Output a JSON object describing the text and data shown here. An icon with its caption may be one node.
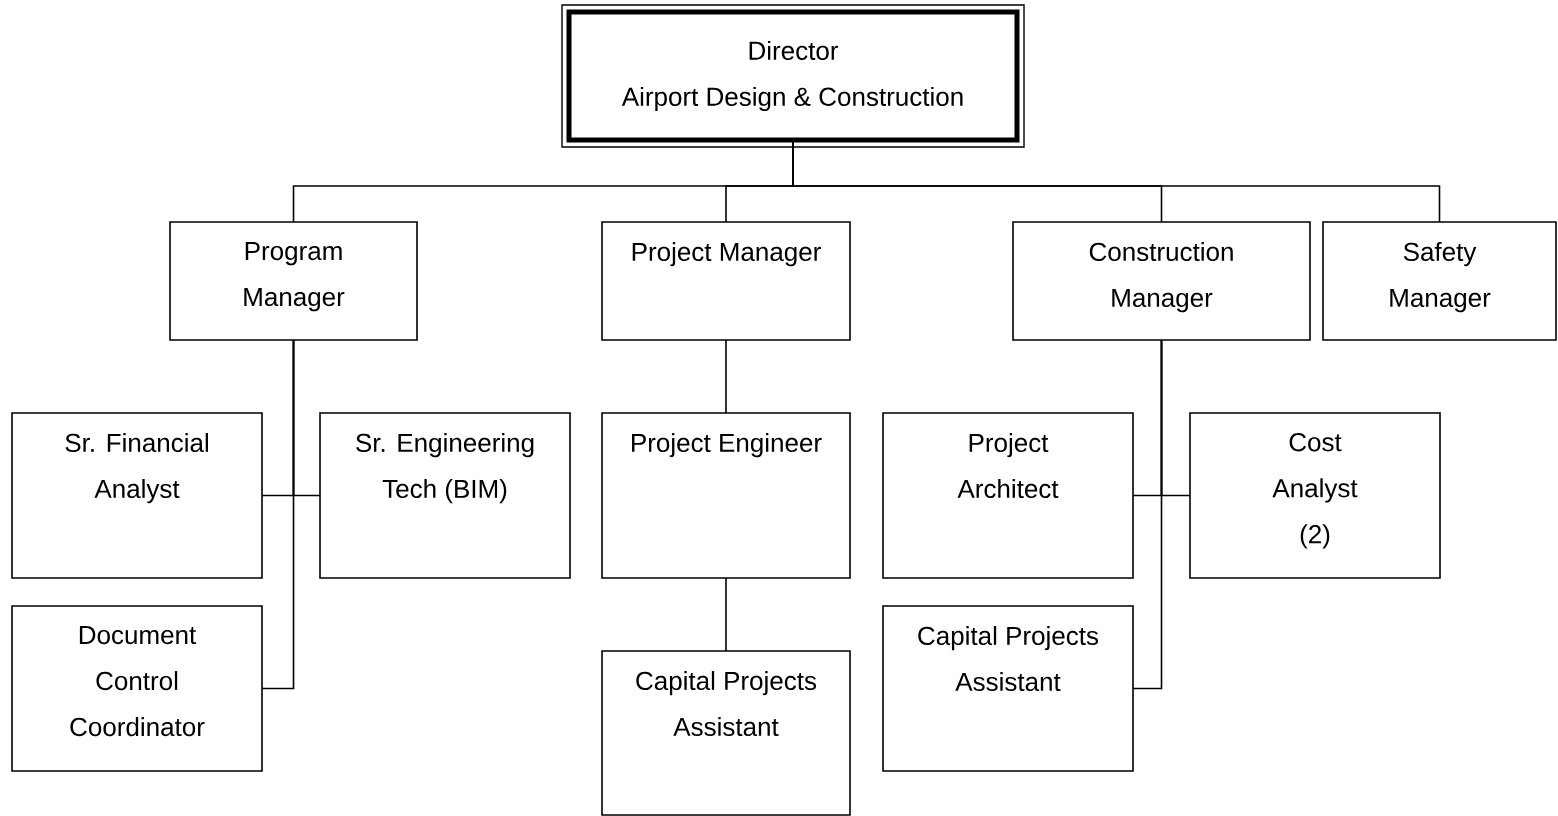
{
  "diagram": {
    "nodes": [
      {
        "text": [
          "Director",
          "Airport Design & Construction"
        ]
      },
      {
        "text": [
          "Program Manager"
        ]
      },
      {
        "text": [
          "Project Manager"
        ]
      },
      {
        "text": [
          "Construction Manager"
        ]
      },
      {
        "text": [
          "Safety Manager"
        ]
      },
      {
        "text": [
          "Sr. Financial Analyst"
        ]
      },
      {
        "text": [
          "Sr. Engineering Tech (BIM)"
        ]
      },
      {
        "text": [
          "Document Control Coordinator"
        ]
      },
      {
        "text": [
          "Project Engineer"
        ]
      },
      {
        "text": [
          "Capital Projects Assistant"
        ]
      },
      {
        "text": [
          "Project Architect"
        ]
      },
      {
        "text": [
          "Cost Analyst (2)"
        ]
      },
      {
        "text": [
          "Capital Projects Assistant"
        ]
      }
    ],
    "edges": [
      {
        "from": 0,
        "to": 1,
        "arrow": "none"
      },
      {
        "from": 0,
        "to": 2,
        "arrow": "none"
      },
      {
        "from": 0,
        "to": 3,
        "arrow": "none"
      },
      {
        "from": 0,
        "to": 4,
        "arrow": "none"
      },
      {
        "from": 1,
        "to": 5,
        "arrow": "none"
      },
      {
        "from": 1,
        "to": 6,
        "arrow": "none"
      },
      {
        "from": 1,
        "to": 7,
        "arrow": "none"
      },
      {
        "from": 2,
        "to": 8,
        "arrow": "none"
      },
      {
        "from": 8,
        "to": 9,
        "arrow": "none"
      },
      {
        "from": 3,
        "to": 10,
        "arrow": "none"
      },
      {
        "from": 3,
        "to": 11,
        "arrow": "none"
      },
      {
        "from": 3,
        "to": 12,
        "arrow": "none"
      }
    ]
  }
}
